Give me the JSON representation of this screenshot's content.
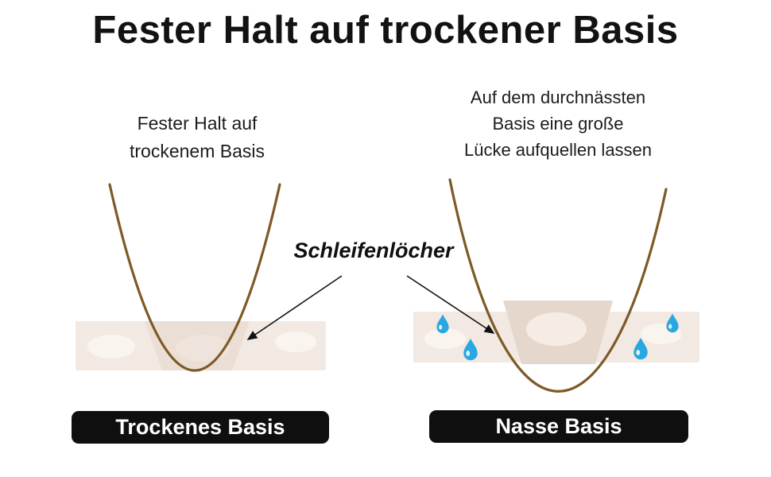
{
  "title": "Fester Halt auf trockener Basis",
  "left_panel": {
    "caption": "Fester Halt auf\ntrockenem Basis",
    "label": "Trockenes Basis"
  },
  "right_panel": {
    "caption": "Auf dem durchnässten\nBasis eine große\nLücke aufquellen lassen",
    "label": "Nasse Basis"
  },
  "annotation": {
    "label": "Schleifenlöcher"
  },
  "colors": {
    "thread": "#7d5a26",
    "strip": "#f2e9e3",
    "strip_shadow": "#e0d0c4",
    "swollen_gap": "#e6d7cc",
    "droplet": "#29a7e0",
    "arrow": "#111111",
    "label_bg": "#0f0f0f",
    "label_text": "#ffffff"
  }
}
